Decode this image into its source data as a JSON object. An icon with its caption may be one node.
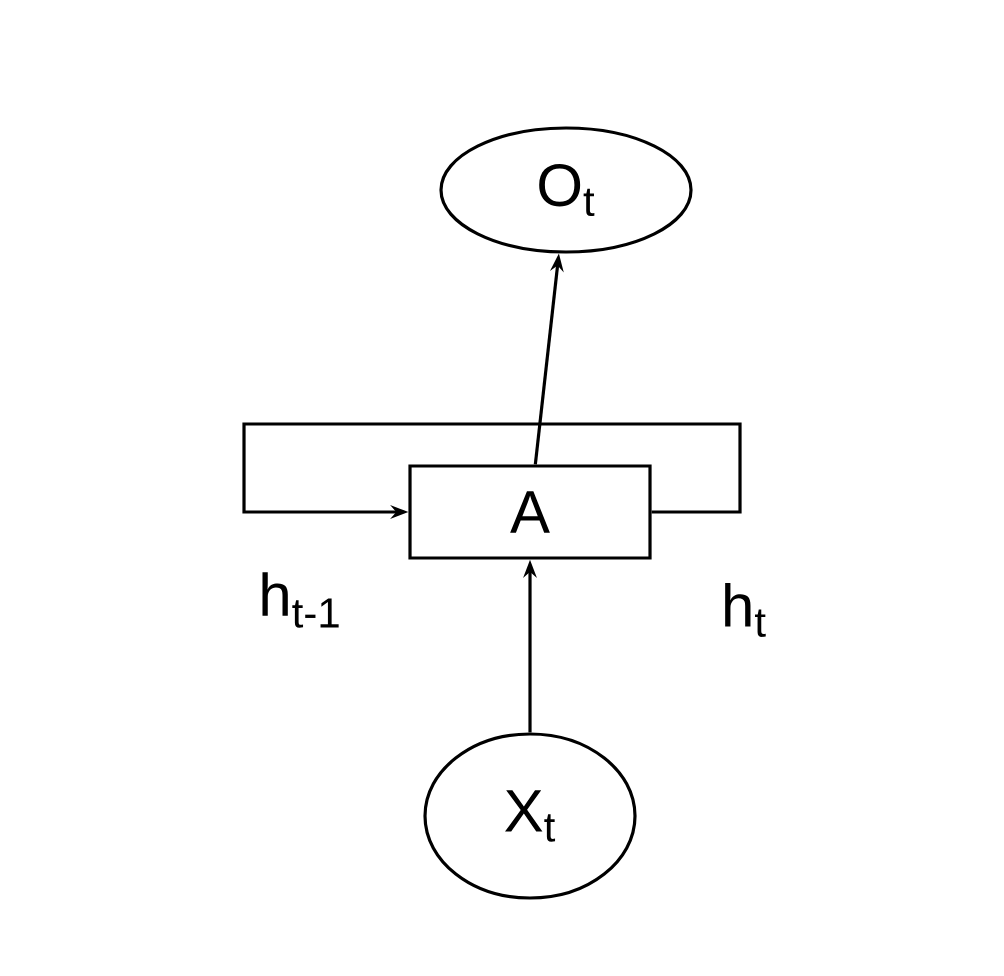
{
  "diagram": {
    "nodes": [
      {
        "text": [
          "O$_{t}$"
        ]
      },
      {
        "text": [
          "A"
        ]
      },
      {
        "text": [
          "X$_{t}$"
        ]
      }
    ],
    "edges": [
      {
        "from": 2,
        "to": 1,
        "arrow": "to"
      },
      {
        "from": 1,
        "to": 0,
        "arrow": "to"
      },
      {
        "from": 1,
        "to": 1,
        "arrow": "to"
      }
    ],
    "labels": [
      "h$_{t-1}$",
      "h$_{t}$"
    ]
  }
}
